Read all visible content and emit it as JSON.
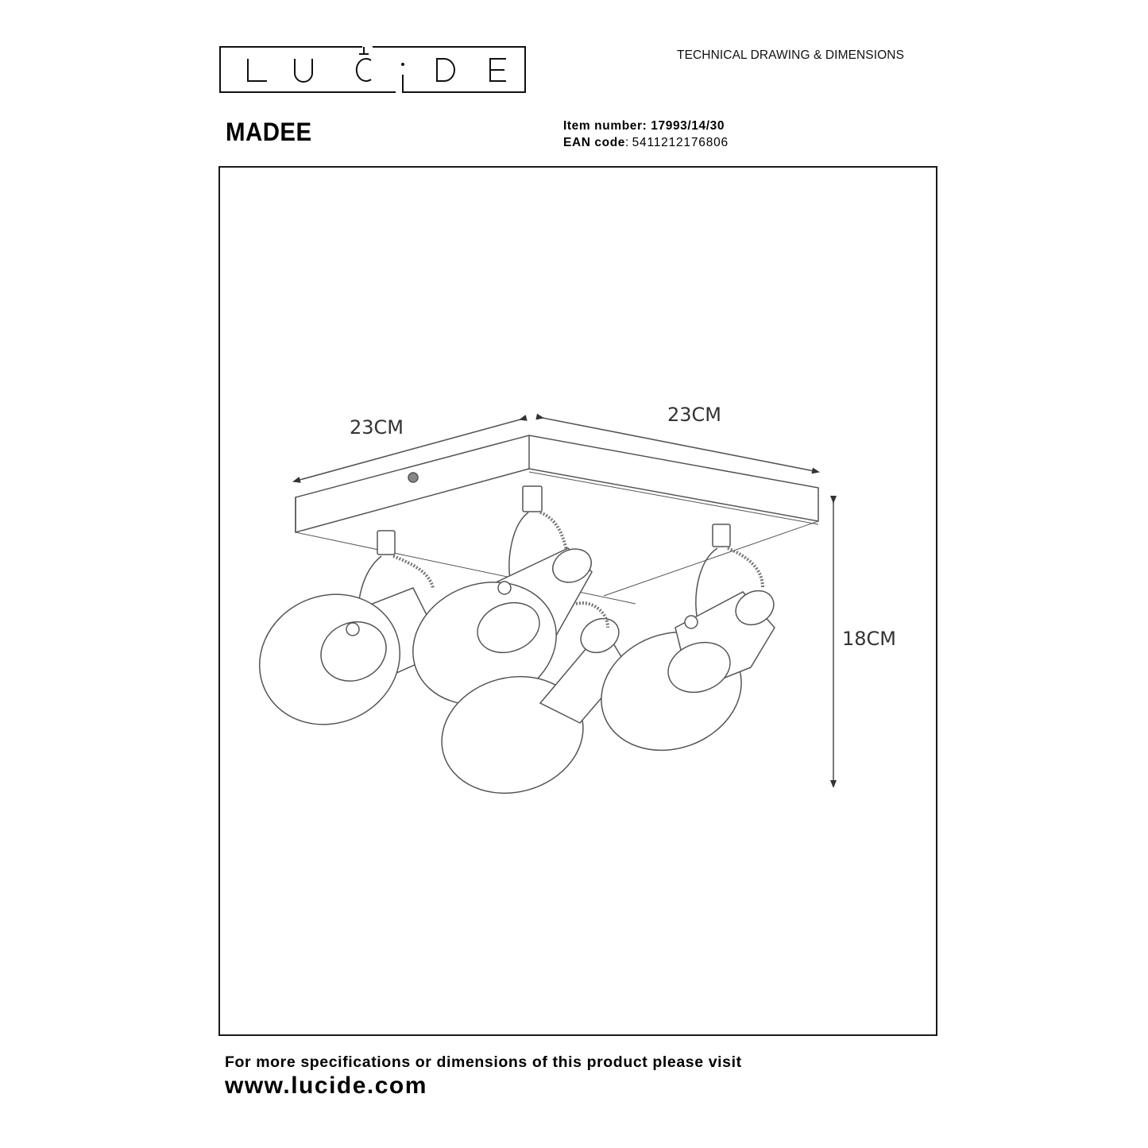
{
  "header": {
    "brand_logo": "LUCIDE",
    "doc_type": "TECHNICAL DRAWING & DIMENSIONS"
  },
  "product": {
    "name": "MADEE",
    "item_number_label": "Item number",
    "item_number": "17993/14/30",
    "ean_label": "EAN code",
    "ean": "5411212176806"
  },
  "drawing": {
    "subject": "4-spot square ceiling lamp, isometric line drawing",
    "dimensions": {
      "width_left": "23CM",
      "width_right": "23CM",
      "height": "18CM"
    },
    "line_color": "#555555"
  },
  "footer": {
    "info_text": "For more specifications or dimensions of this product please visit",
    "url": "www.lucide.com"
  }
}
